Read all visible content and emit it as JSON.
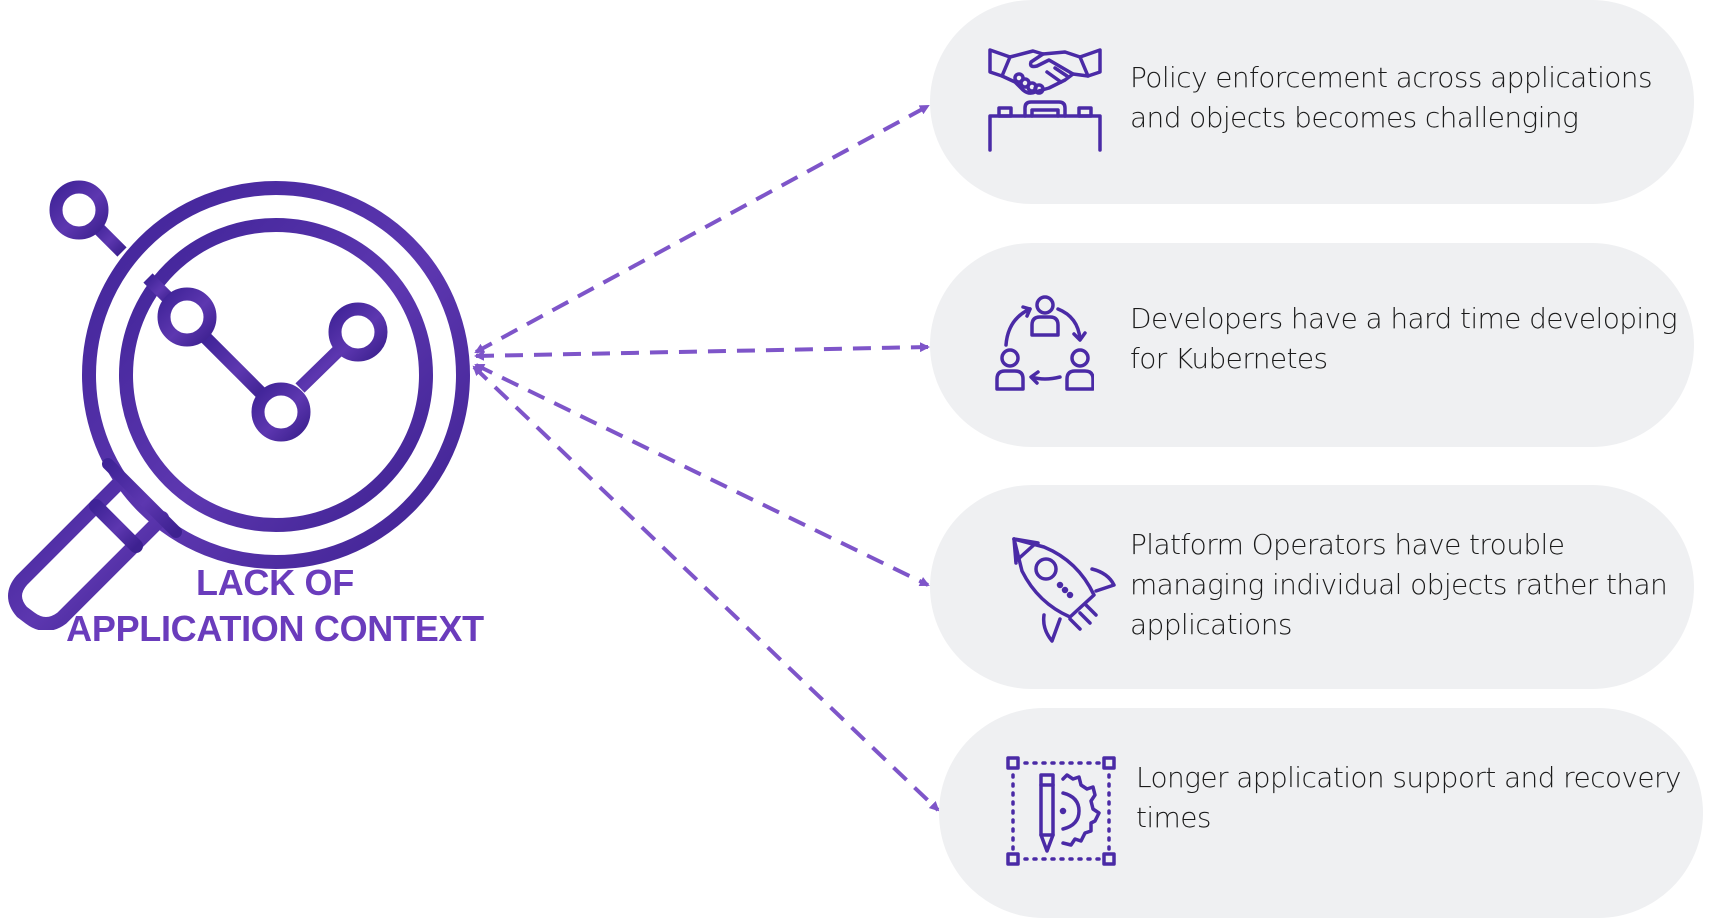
{
  "diagram": {
    "central_concept": {
      "line1": "LACK OF",
      "line2": "APPLICATION CONTEXT",
      "icon": "magnifier-chart-icon"
    },
    "consequences": [
      {
        "icon": "handshake-briefcase-icon",
        "line1": "Policy enforcement across applications",
        "line2": "and objects becomes challenging",
        "line3": ""
      },
      {
        "icon": "team-cycle-icon",
        "line1": "Developers have a hard time developing",
        "line2": "for Kubernetes",
        "line3": ""
      },
      {
        "icon": "rocket-icon",
        "line1": "Platform Operators have trouble",
        "line2": "managing individual objects rather than",
        "line3": "applications"
      },
      {
        "icon": "design-gear-icon",
        "line1": "Longer application support and recovery",
        "line2": "times",
        "line3": ""
      }
    ],
    "colors": {
      "accent": "#6a3cbc",
      "icon_dark": "#3f2397",
      "arrow": "#7e55c9",
      "pill_bg": "#eff0f2",
      "text": "#1b1b1b"
    }
  }
}
